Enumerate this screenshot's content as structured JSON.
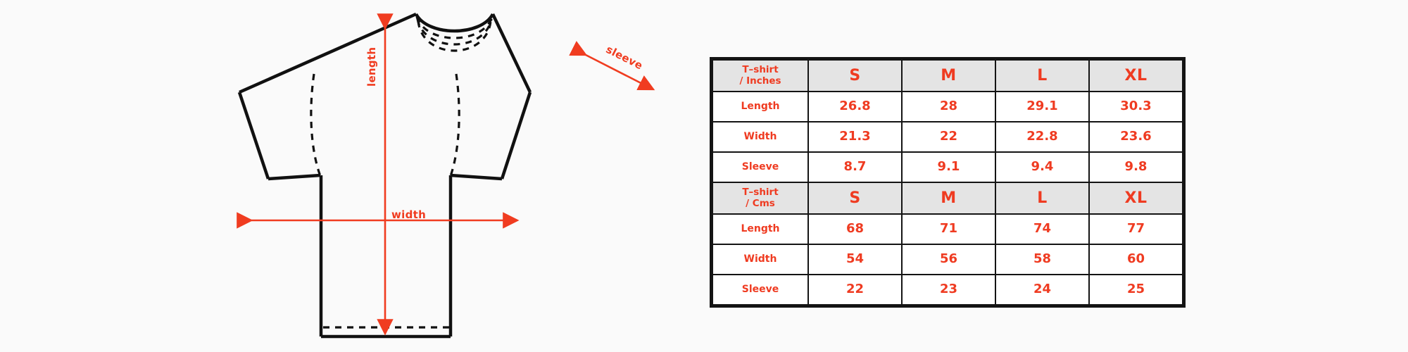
{
  "page": {
    "background_color": "#fafafa",
    "accent_color": "#ef3b21",
    "line_color": "#141414",
    "header_fill": "#e4e4e4"
  },
  "diagram": {
    "name": "t-shirt-measurement-diagram",
    "labels": {
      "length": "length",
      "width": "width",
      "sleeve": "sleeve"
    }
  },
  "size_table": {
    "sections": [
      {
        "unit_label_line1": "T–shirt",
        "unit_label_line2": "/ Inches",
        "sizes": [
          "S",
          "M",
          "L",
          "XL"
        ],
        "rows": [
          {
            "label": "Length",
            "values": [
              "26.8",
              "28",
              "29.1",
              "30.3"
            ]
          },
          {
            "label": "Width",
            "values": [
              "21.3",
              "22",
              "22.8",
              "23.6"
            ]
          },
          {
            "label": "Sleeve",
            "values": [
              "8.7",
              "9.1",
              "9.4",
              "9.8"
            ]
          }
        ]
      },
      {
        "unit_label_line1": "T–shirt",
        "unit_label_line2": "/ Cms",
        "sizes": [
          "S",
          "M",
          "L",
          "XL"
        ],
        "rows": [
          {
            "label": "Length",
            "values": [
              "68",
              "71",
              "74",
              "77"
            ]
          },
          {
            "label": "Width",
            "values": [
              "54",
              "56",
              "58",
              "60"
            ]
          },
          {
            "label": "Sleeve",
            "values": [
              "22",
              "23",
              "24",
              "25"
            ]
          }
        ]
      }
    ]
  }
}
